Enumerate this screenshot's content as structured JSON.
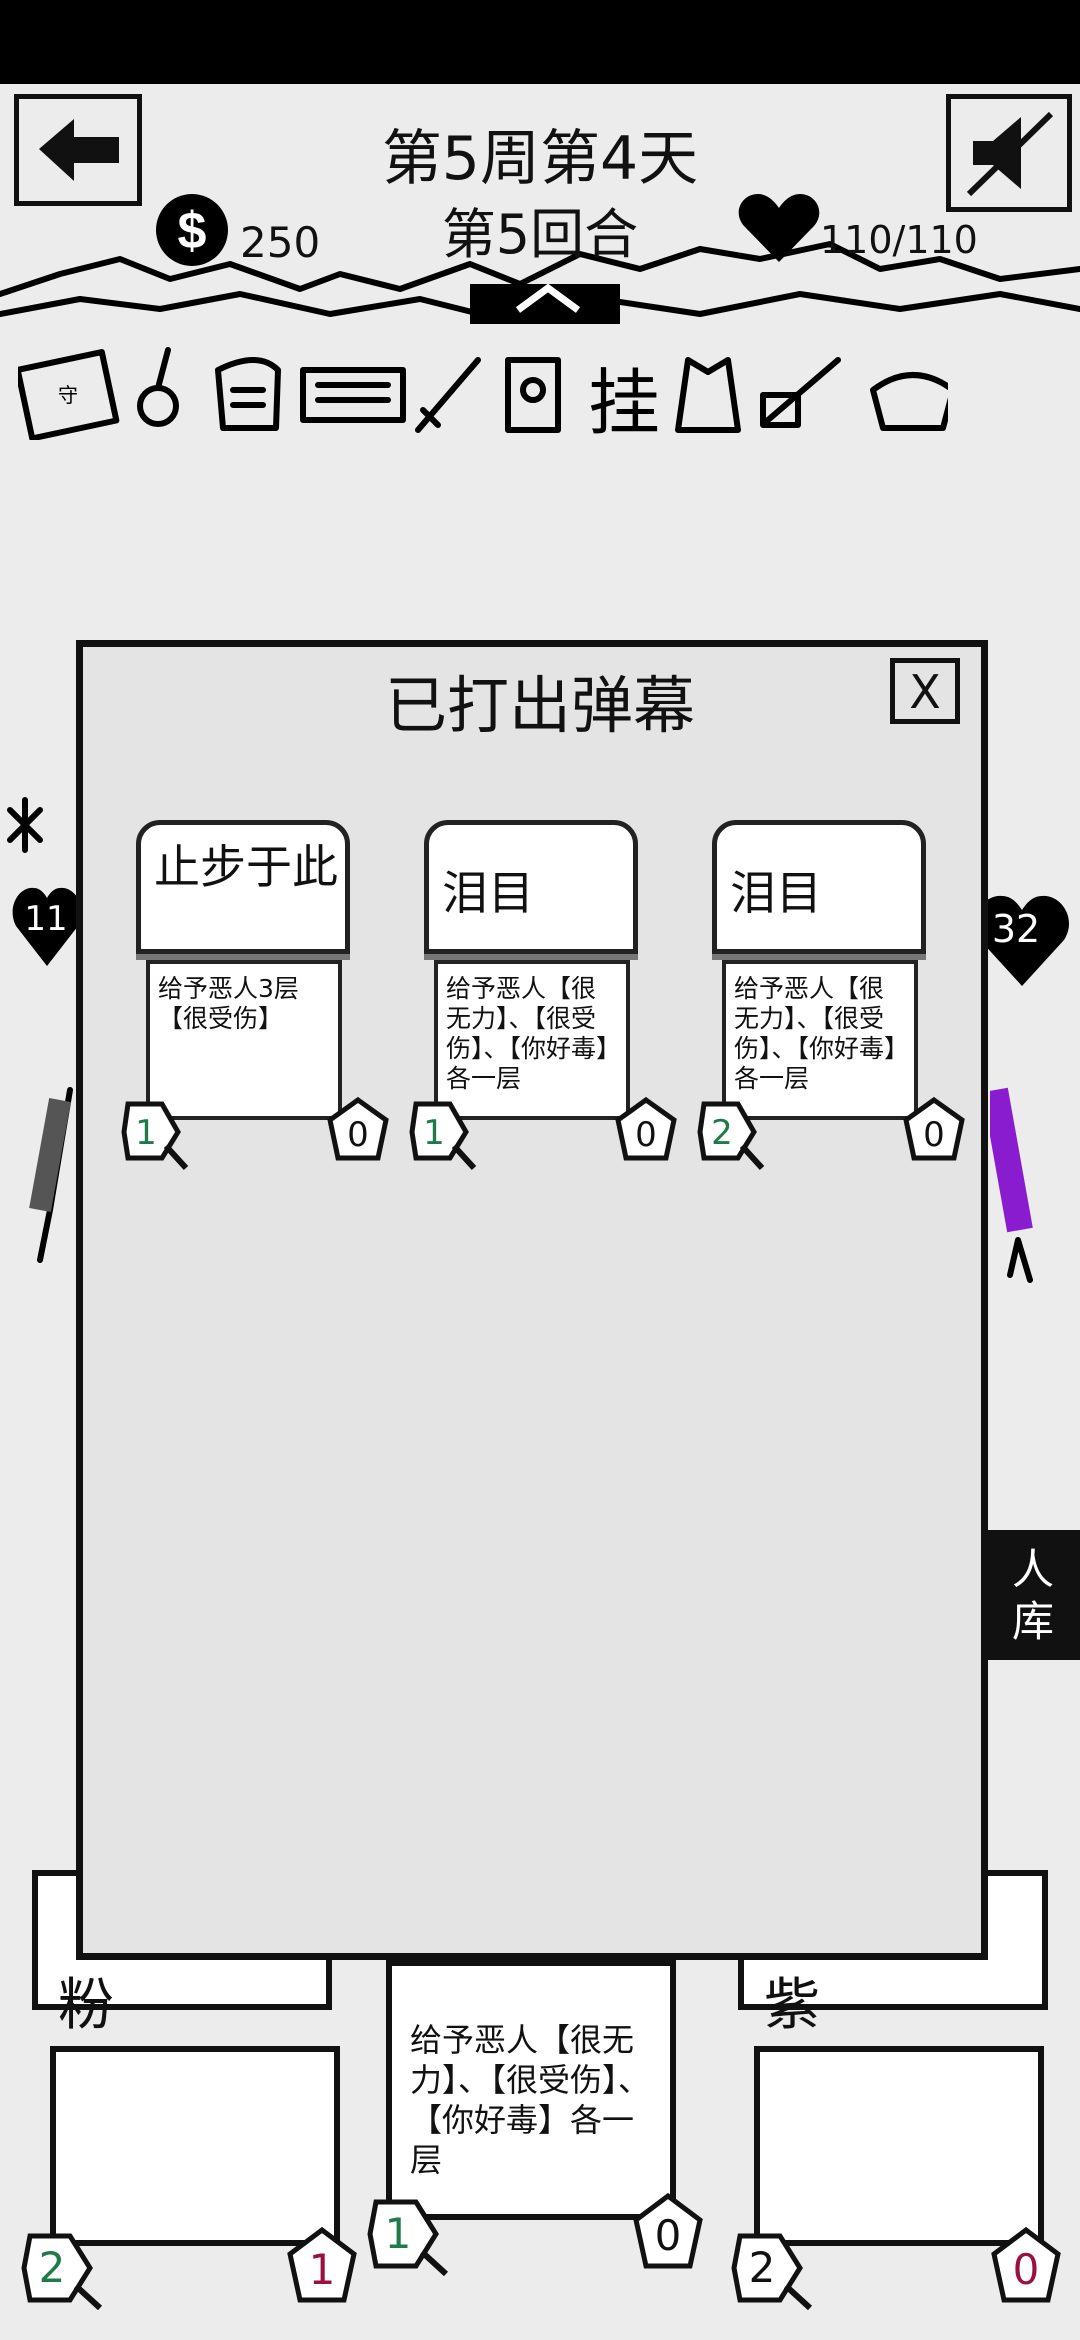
{
  "header": {
    "title": "第5周第4天",
    "round": "第5回合",
    "money": "250",
    "hp": "110/110"
  },
  "modal": {
    "title": "已打出弹幕",
    "close_label": "X",
    "cards": [
      {
        "name": "止步于此",
        "desc": "给予恶人3层【很受伤】",
        "cost": "1",
        "count": "0"
      },
      {
        "name": "泪目",
        "desc": "给予恶人【很无力】、【很受伤】、【你好毒】各一层",
        "cost": "1",
        "count": "0"
      },
      {
        "name": "泪目",
        "desc": "给予恶人【很无力】、【很受伤】、【你好毒】各一层",
        "cost": "2",
        "count": "0"
      }
    ]
  },
  "background": {
    "player_hp_partial": "11",
    "enemy_hp_partial": "32",
    "deck_label_partial_1": "人",
    "deck_label_partial_2": "库",
    "hand_cards": [
      {
        "name": "粉",
        "cost": "2",
        "count": "1"
      },
      {
        "desc": "给予恶人【很无力】、【很受伤】、【你好毒】各一层",
        "cost": "1",
        "count": "0"
      },
      {
        "name": "紫",
        "cost": "2",
        "count": "0"
      }
    ]
  },
  "colors": {
    "cost_text": "#1f7a4a",
    "count_red": "#9b1040",
    "enemy_purple": "#8a1cd0"
  },
  "icons": [
    "back-arrow-icon",
    "mute-icon",
    "coin-icon",
    "heart-icon",
    "chevron-up-icon",
    "book-icon",
    "whistle-icon",
    "bowl-icon",
    "keyboard-icon",
    "sword-icon",
    "totem-icon",
    "hang-icon",
    "vest-icon",
    "brush-icon",
    "rice-bowl-icon"
  ]
}
